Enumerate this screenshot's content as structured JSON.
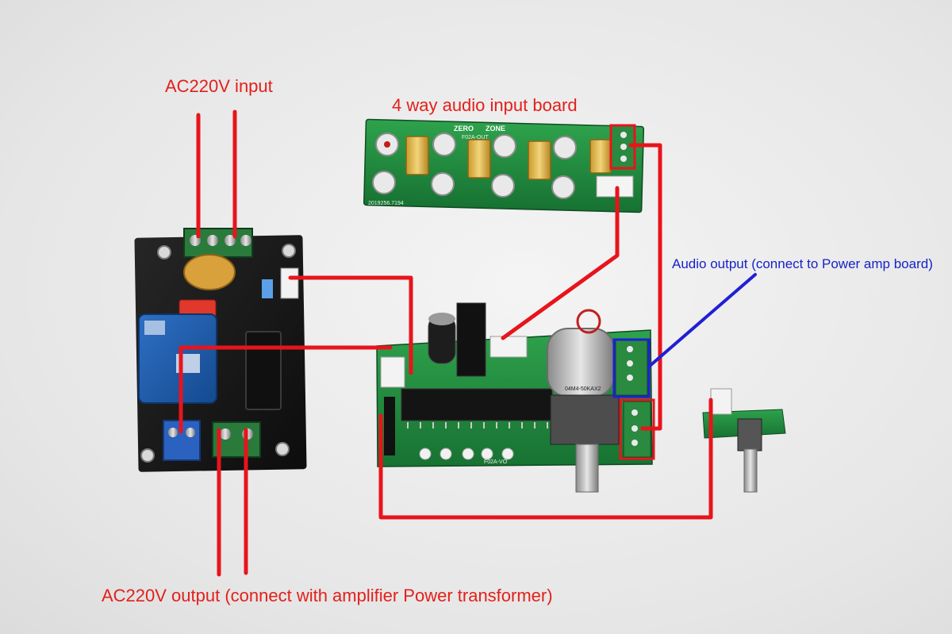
{
  "labels": {
    "ac_input": "AC220V input",
    "audio_input_board": "4 way audio input board",
    "audio_output": "Audio output (connect to Power amp board)",
    "ac_output": "AC220V output (connect with amplifier Power transformer)"
  },
  "board_markings": {
    "brand": "ZERO",
    "brand2": "ZONE",
    "input_board_model": "F02A-OUT",
    "input_board_serial": "2019256.7194",
    "motor_pot_label": "04M4-50KAX2",
    "main_board_model": "F02A-VO"
  },
  "colors": {
    "wire_red": "#e8141b",
    "wire_blue": "#1f1fd6",
    "pcb_green": "#1f8a3a",
    "pcb_black": "#161616",
    "label_red": "#e3201b",
    "label_blue": "#1722c8"
  }
}
